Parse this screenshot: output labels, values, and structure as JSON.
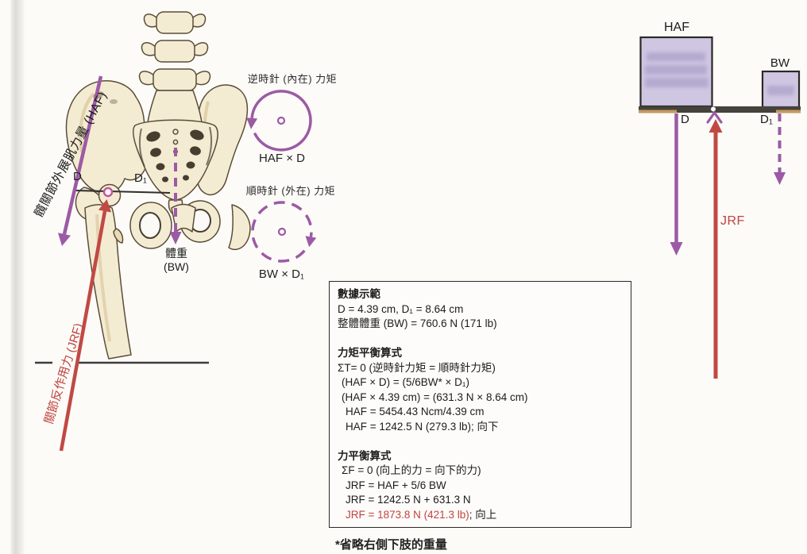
{
  "colors": {
    "purple_accent": "#9c5aa5",
    "red_accent": "#c0443e",
    "bone_fill": "#f4ebd3",
    "weight_box_fill": "#cfc6e2",
    "beam_color": "#45423c",
    "beam_trim": "#c49a60"
  },
  "left_diagram": {
    "abductor_label": "髖關節外展肌力量 (HAF)",
    "reaction_label": "關節反作用力 (JRF)",
    "d_label": "D",
    "d1_label": "D₁",
    "weight_label_cjk": "體重",
    "weight_label_abbr": "(BW)"
  },
  "moment_diagrams": {
    "ccw_title": "逆時針 (內在) 力矩",
    "ccw_formula": "HAF × D",
    "cw_title": "順時針 (外在) 力矩",
    "cw_formula": "BW × D₁"
  },
  "calc_box": {
    "data_title": "數據示範",
    "data_lines": [
      "D = 4.39 cm, D₁ = 8.64 cm",
      "整體體重 (BW) = 760.6 N (171 lb)"
    ],
    "torque_title": "力矩平衡算式",
    "torque_lines": [
      "ΣT= 0 (逆時針力矩 = 順時針力矩)",
      "(HAF × D) = (5/6BW* × D₁)",
      "(HAF × 4.39 cm) = (631.3 N × 8.64 cm)",
      "HAF = 5454.43 Ncm/4.39 cm",
      "HAF = 1242.5 N (279.3 lb); 向下"
    ],
    "force_title": "力平衡算式",
    "force_lines": [
      "ΣF = 0 (向上的力 = 向下的力)",
      "JRF = HAF + 5/6 BW",
      "JRF = 1242.5 N + 631.3 N"
    ],
    "jrf_result_red": "JRF = 1873.8 N (421.3 lb)",
    "jrf_result_suffix": "; 向上"
  },
  "footnote": "*省略右側下肢的重量",
  "lever_diagram": {
    "haf_label": "HAF",
    "bw_label": "BW",
    "d_label": "D",
    "d1_label": "D₁",
    "jrf_label": "JRF"
  }
}
